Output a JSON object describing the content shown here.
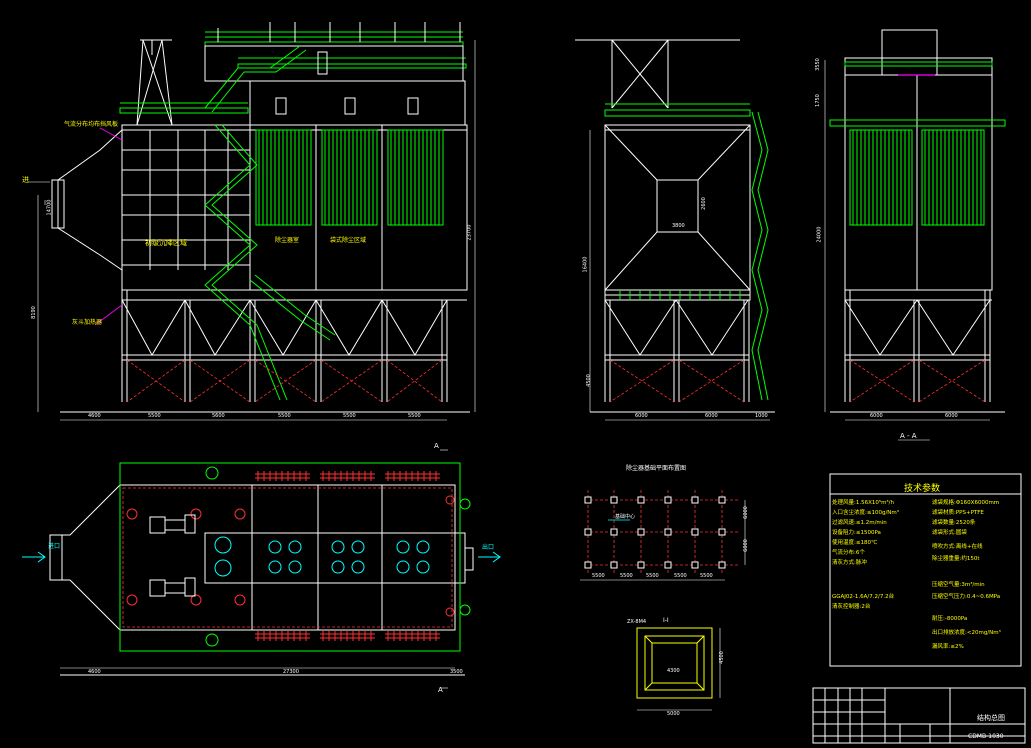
{
  "drawing": {
    "background": "#000000",
    "colors": {
      "structure": "#ffffff",
      "platform": "#00ff00",
      "hopper": "#ff3030",
      "leader": "#ff00ff",
      "annotation": "#ffff00",
      "pipe": "#00ffff"
    }
  },
  "front_view": {
    "labels": {
      "inlet_arrow": "进",
      "left_note": "气流分布均布挡风板",
      "prestage": "初级沉降区域",
      "bag_zone_a": "除尘器室",
      "bag_zone_b": "袋式除尘区域",
      "ash_note": "灰斗加热器"
    },
    "dims": {
      "d1": "4600",
      "d2": "5500",
      "d3": "5600",
      "d4": "5500",
      "d5": "5500",
      "d6": "5500",
      "height_left": "14700",
      "height_mid": "8190",
      "height_right": "23700"
    },
    "section_mark": "A"
  },
  "side_view": {
    "dims": {
      "w1": "6000",
      "w2": "6000",
      "w3": "1000",
      "inlet_w": "3800",
      "inlet_h": "2600",
      "h1": "16400",
      "h2": "4500"
    }
  },
  "section_view": {
    "title": "A - A",
    "dims": {
      "w1": "6000",
      "w2": "6000",
      "h1": "1750",
      "h2": "24000",
      "h3": "3550"
    }
  },
  "plan_view": {
    "labels": {
      "inlet": "进口",
      "outlet": "出口"
    },
    "dims": {
      "left": "4600",
      "total": "27300",
      "right": "3500"
    },
    "section_mark_top": "A",
    "section_mark_bottom": "A"
  },
  "foundation": {
    "title": "除尘器基础平面布置图",
    "dims": [
      "5500",
      "5500",
      "5500",
      "5500",
      "5500"
    ],
    "side_dim_1": "6000",
    "side_dim_2": "6000",
    "note": "基础中心"
  },
  "detail": {
    "title": "I-I",
    "dims": [
      "ZX-8M4",
      "4300",
      "5000",
      "4500"
    ]
  },
  "tech_spec": {
    "title": "技术参数",
    "items": [
      "处理风量:1.56X10⁵m³/h",
      "入口含尘浓度:≤100g/Nm³",
      "过滤风速:≤1.2m/min",
      "设备阻力:≤1500Pa",
      "使用温度:≤180℃",
      "气流分布:6个",
      "清灰方式:脉冲",
      "GGAJ02-1.6A/7.2/7.2台",
      "清灰控制器:2台",
      "滤袋规格:Φ160X6000mm",
      "滤袋材质:PPS+PTFE",
      "滤袋数量:2520条",
      "滤袋形式:圆袋",
      "喷吹方式:离线+在线",
      "除尘器重量:约150t",
      "压缩空气量:3m³/min",
      "压缩空气压力:0.4~0.6MPa",
      "漏风率:≤2%",
      "出口排放浓度:<20mg/Nm³",
      "耐压:-8000Pa"
    ]
  },
  "title_block": {
    "drawing_name": "结构总图",
    "drawing_code": "CDMB-1030"
  }
}
